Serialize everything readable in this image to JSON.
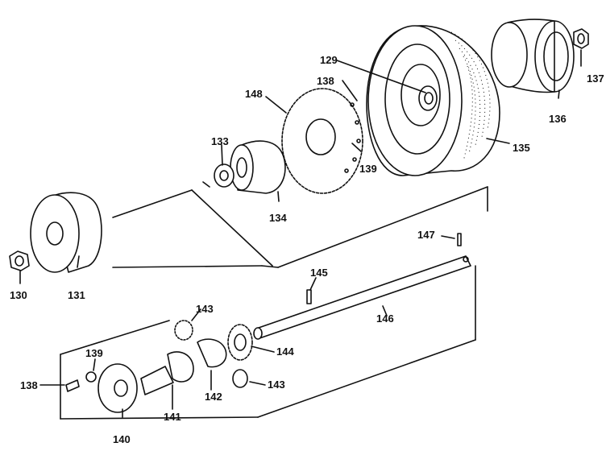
{
  "diagram": {
    "callouts": {
      "c129": "129",
      "c138_top": "138",
      "c148": "148",
      "c133": "133",
      "c139_top": "139",
      "c134": "134",
      "c135": "135",
      "c136": "136",
      "c137": "137",
      "c130": "130",
      "c131": "131",
      "c147": "147",
      "c145": "145",
      "c146": "146",
      "c143_top": "143",
      "c144": "144",
      "c139_bottom": "139",
      "c138_bottom": "138",
      "c140": "140",
      "c141": "141",
      "c142": "142",
      "c143_bottom": "143"
    }
  }
}
